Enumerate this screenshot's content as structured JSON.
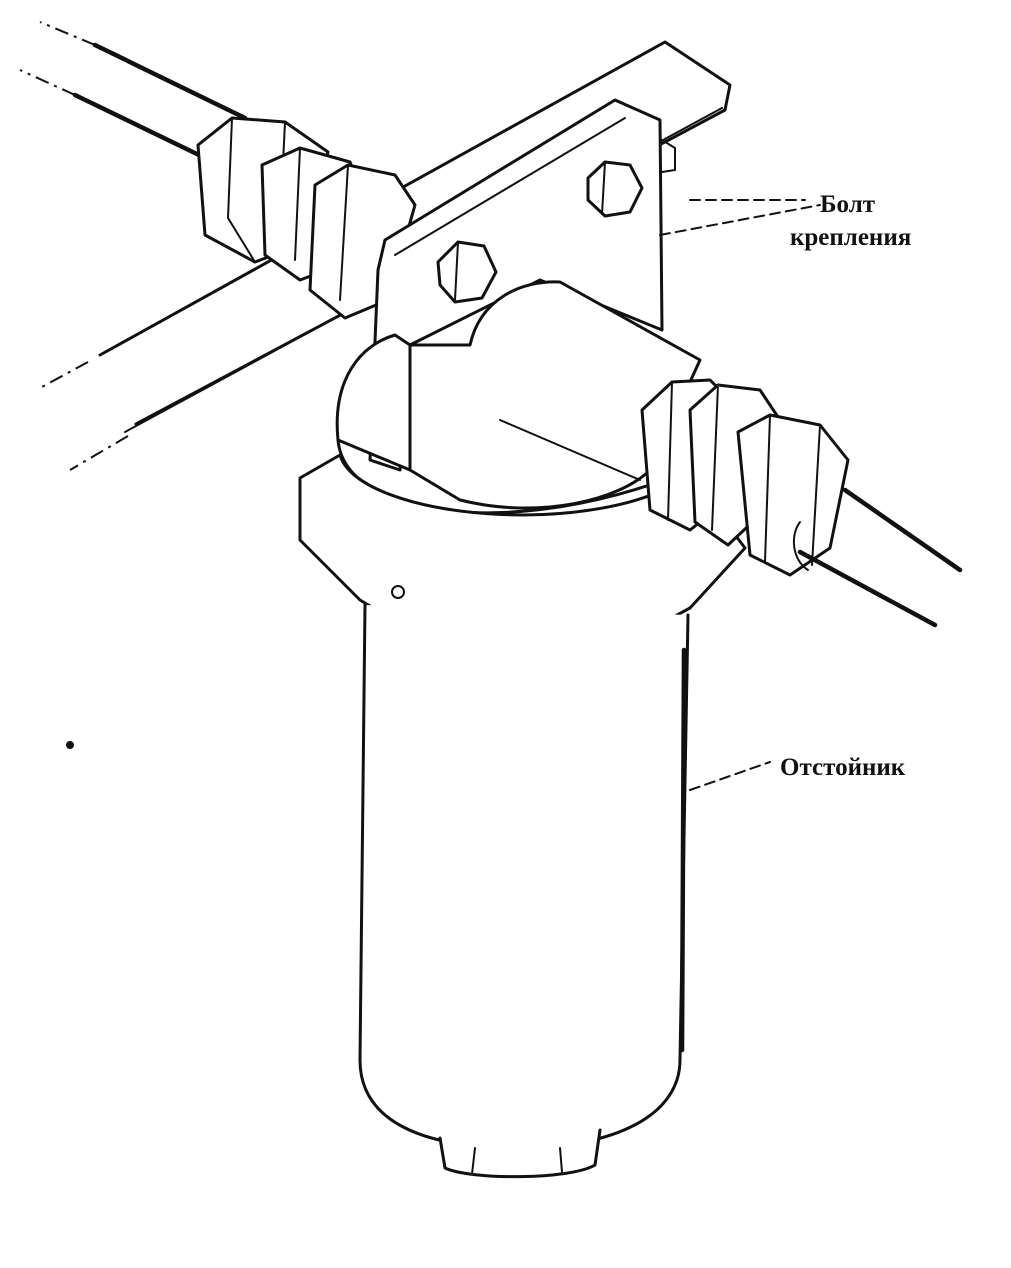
{
  "labels": {
    "bolt_line1": "Болт",
    "bolt_line2": "крепления",
    "sump": "Отстойник"
  },
  "colors": {
    "ink": "#111111",
    "paper": "#ffffff"
  }
}
